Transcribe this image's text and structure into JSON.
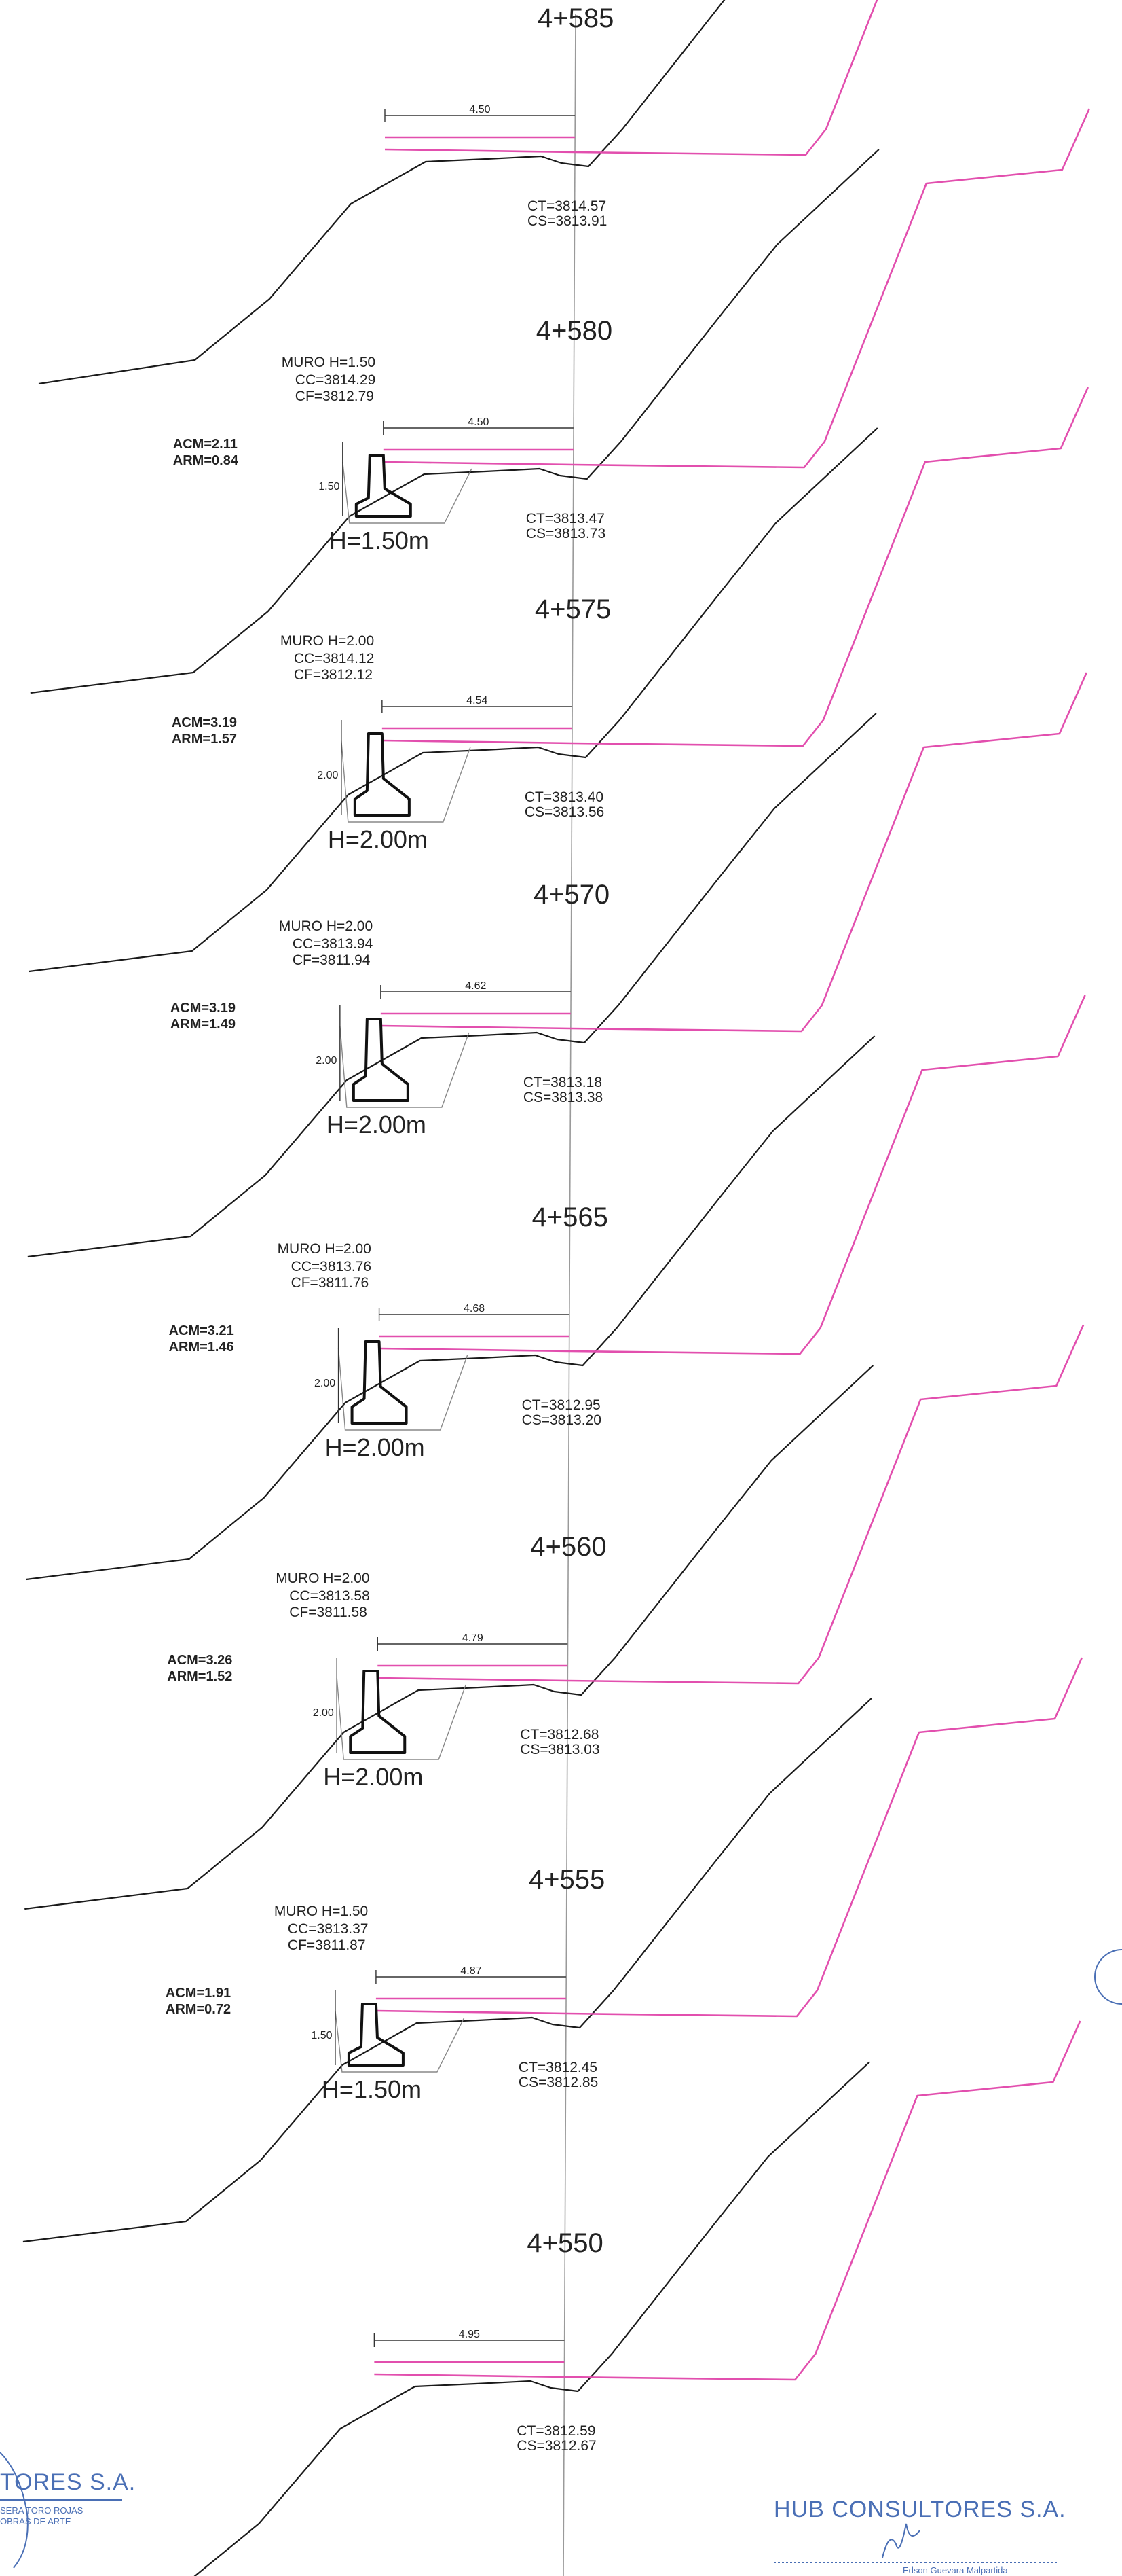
{
  "sections": [
    {
      "station": "4+585",
      "ct": "CT=3814.57",
      "cs": "CS=3813.91",
      "offset": "4.50",
      "wall": null
    },
    {
      "station": "4+580",
      "ct": "CT=3813.47",
      "cs": "CS=3813.73",
      "offset": "4.50",
      "wall": {
        "muro": "MURO  H=1.50",
        "cc": "CC=3814.29",
        "cf": "CF=3812.79",
        "acm": "ACM=2.11",
        "arm": "ARM=0.84",
        "height_dim": "1.50",
        "h_label": "H=1.50m"
      }
    },
    {
      "station": "4+575",
      "ct": "CT=3813.40",
      "cs": "CS=3813.56",
      "offset": "4.54",
      "wall": {
        "muro": "MURO  H=2.00",
        "cc": "CC=3814.12",
        "cf": "CF=3812.12",
        "acm": "ACM=3.19",
        "arm": "ARM=1.57",
        "height_dim": "2.00",
        "h_label": "H=2.00m"
      }
    },
    {
      "station": "4+570",
      "ct": "CT=3813.18",
      "cs": "CS=3813.38",
      "offset": "4.62",
      "wall": {
        "muro": "MURO  H=2.00",
        "cc": "CC=3813.94",
        "cf": "CF=3811.94",
        "acm": "ACM=3.19",
        "arm": "ARM=1.49",
        "height_dim": "2.00",
        "h_label": "H=2.00m"
      }
    },
    {
      "station": "4+565",
      "ct": "CT=3812.95",
      "cs": "CS=3813.20",
      "offset": "4.68",
      "wall": {
        "muro": "MURO  H=2.00",
        "cc": "CC=3813.76",
        "cf": "CF=3811.76",
        "acm": "ACM=3.21",
        "arm": "ARM=1.46",
        "height_dim": "2.00",
        "h_label": "H=2.00m"
      }
    },
    {
      "station": "4+560",
      "ct": "CT=3812.68",
      "cs": "CS=3813.03",
      "offset": "4.79",
      "wall": {
        "muro": "MURO  H=2.00",
        "cc": "CC=3813.58",
        "cf": "CF=3811.58",
        "acm": "ACM=3.26",
        "arm": "ARM=1.52",
        "height_dim": "2.00",
        "h_label": "H=2.00m"
      }
    },
    {
      "station": "4+555",
      "ct": "CT=3812.45",
      "cs": "CS=3812.85",
      "offset": "4.87",
      "wall": {
        "muro": "MURO  H=1.50",
        "cc": "CC=3813.37",
        "cf": "CF=3811.87",
        "acm": "ACM=1.91",
        "arm": "ARM=0.72",
        "height_dim": "1.50",
        "h_label": "H=1.50m"
      }
    },
    {
      "station": "4+550",
      "ct": "CT=3812.59",
      "cs": "CS=3812.67",
      "offset": "4.95",
      "wall": null
    }
  ],
  "company_left": "TORES S.A.",
  "stamp_left_line1": "SERA TORO ROJAS",
  "stamp_left_line2": "OBRAS DE ARTE",
  "company_right": "HUB CONSULTORES S.A.",
  "stamp_right": "Edson Guevara Malpartida",
  "colors": {
    "ground": "#1a1a1a",
    "design": "#e24fae",
    "axis": "#9a9a9a",
    "stamp": "#4a6fb5"
  }
}
